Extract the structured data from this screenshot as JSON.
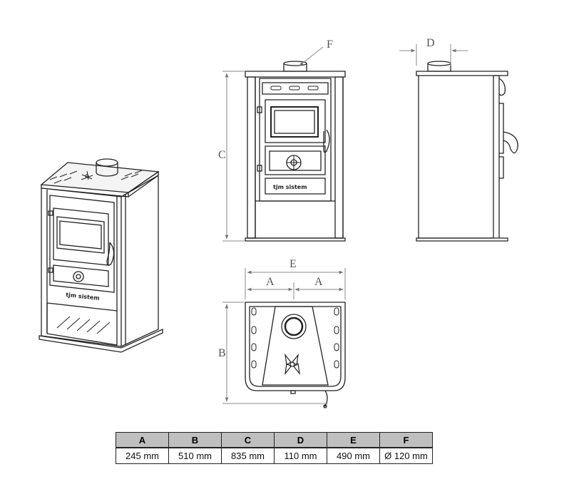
{
  "dimension_labels": {
    "a": "A",
    "b": "B",
    "c": "C",
    "d": "D",
    "e": "E",
    "f": "F"
  },
  "brand_text": "tjm sistem",
  "spec_table": {
    "headers": [
      "A",
      "B",
      "C",
      "D",
      "E",
      "F"
    ],
    "values": [
      "245 mm",
      "510 mm",
      "835 mm",
      "110 mm",
      "490 mm",
      "Ø 120 mm"
    ]
  }
}
